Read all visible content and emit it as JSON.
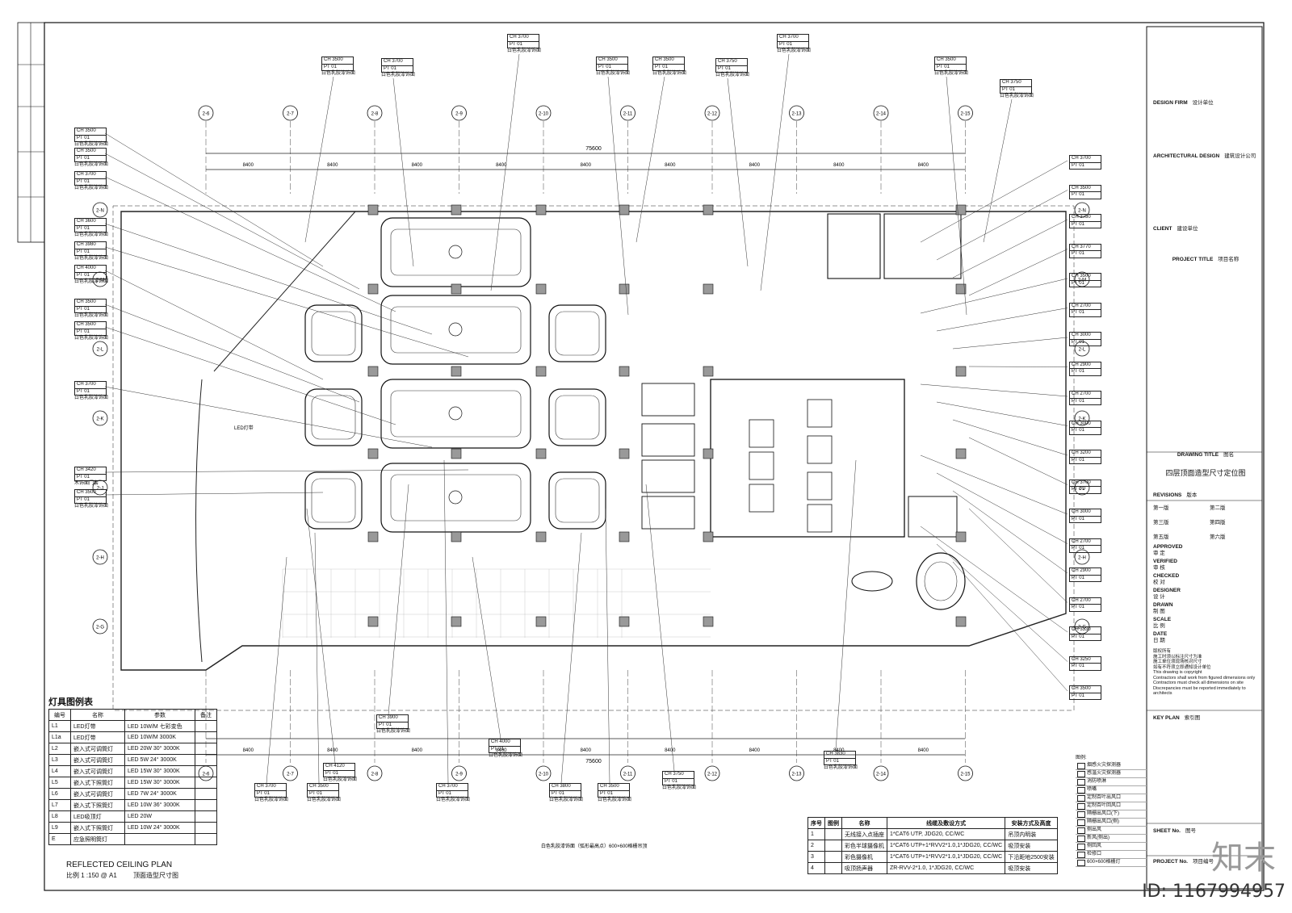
{
  "title_block": {
    "design_firm_label": "DESIGN FIRM",
    "design_firm_value": "设计单位",
    "arch_design_label": "ARCHITECTURAL DESIGN",
    "arch_design_value": "建筑设计公司",
    "client_label": "CLIENT",
    "client_value": "建设单位",
    "project_title_label": "PROJECT TITLE",
    "project_title_value": "项目名称",
    "drawing_title_label": "DRAWING TITLE",
    "drawing_title_cn": "图名",
    "drawing_title_value": "四层顶面造型尺寸定位图",
    "revisions_label": "REVISIONS",
    "revisions_cn": "版本",
    "rev1": "第一版",
    "rev2": "第二版",
    "rev3": "第三版",
    "rev4": "第四版",
    "rev5": "第五版",
    "rev6": "第六版",
    "approved_label": "APPROVED",
    "approved_cn": "审 定",
    "verified_label": "VERIFIED",
    "verified_cn": "审 核",
    "checked_label": "CHECKED",
    "checked_cn": "校 对",
    "designer_label": "DESIGNER",
    "designer_cn": "设 计",
    "drawn_label": "DRAWN",
    "drawn_cn": "制 图",
    "scale_label": "SCALE",
    "scale_cn": "比 例",
    "date_label": "DATE",
    "date_cn": "日 期",
    "note1": "版权所有",
    "note2": "施工时须以标注尺寸为准",
    "note3": "施工单位须现场核对尺寸",
    "note4": "如有不符须立即通知设计单位",
    "note5": "This drawing is copyright",
    "note6": "Contractors shall work from figured dimensions only",
    "note7": "Contractors must check all dimensions on site",
    "note8": "Discrepancies must be reported immediately to architects",
    "key_plan_label": "KEY PLAN",
    "key_plan_cn": "索引图",
    "sheet_no_label": "SHEET No.",
    "sheet_no_cn": "图号",
    "project_no_label": "PROJECT No.",
    "project_no_cn": "项目编号"
  },
  "plan": {
    "title_en": "REFLECTED CEILING PLAN",
    "scale": "比例 1 :150 @ A1",
    "title_cn": "顶面造型尺寸图",
    "overall_dim": "75600",
    "bay_dim": "8400",
    "top_grids": [
      "2-6",
      "2-7",
      "2-8",
      "2-9",
      "2-10",
      "2-11",
      "2-12",
      "2-13",
      "2-14",
      "2-15"
    ],
    "side_grids": [
      "2-N",
      "2-M",
      "2-L",
      "2-K",
      "2-J",
      "2-H",
      "2-G"
    ]
  },
  "tags_left": [
    {
      "ch": "CH 3500",
      "pt": "PT 01",
      "desc": "白色乳胶漆饰面"
    },
    {
      "ch": "CH 3500",
      "pt": "PT 01",
      "desc": "白色乳胶漆饰面"
    },
    {
      "ch": "CH 3700",
      "pt": "PT 01",
      "desc": "白色乳胶漆饰面"
    },
    {
      "ch": "CH 3600",
      "pt": "PT 01",
      "desc": "白色乳胶漆饰面"
    },
    {
      "ch": "CH 3980",
      "pt": "PT 01",
      "desc": "白色乳胶漆饰面"
    },
    {
      "ch": "CH 4000",
      "pt": "PT 01",
      "desc": "白色乳胶漆饰面"
    },
    {
      "ch": "CH 3500",
      "pt": "PT 01",
      "desc": "白色乳胶漆饰面"
    },
    {
      "ch": "CH 3500",
      "pt": "PT 01",
      "desc": "白色乳胶漆饰面"
    },
    {
      "ch": "CH 3700",
      "pt": "PT 01",
      "desc": "白色乳胶漆饰面"
    },
    {
      "ch": "CH 3420",
      "pt": "PT 01",
      "desc": "木饰面门套"
    },
    {
      "ch": "CH 3500",
      "pt": "PT 01",
      "desc": "白色乳胶漆饰面"
    }
  ],
  "tags_top": [
    {
      "ch": "CH 3500",
      "pt": "PT 01",
      "desc": "白色乳胶漆饰面"
    },
    {
      "ch": "CH 3700",
      "pt": "PT 01",
      "desc": "白色乳胶漆饰面"
    },
    {
      "ch": "CH 3700",
      "pt": "PT 01",
      "desc": "白色乳胶漆饰面"
    },
    {
      "ch": "CH 3500",
      "pt": "PT 01",
      "desc": "白色乳胶漆饰面"
    },
    {
      "ch": "CH 3500",
      "pt": "PT 01",
      "desc": "白色乳胶漆饰面"
    },
    {
      "ch": "CH 3750",
      "pt": "PT 01",
      "desc": "白色乳胶漆饰面"
    },
    {
      "ch": "CH 3700",
      "pt": "PT 01",
      "desc": "白色乳胶漆饰面"
    },
    {
      "ch": "CH 3500",
      "pt": "PT 01",
      "desc": "白色乳胶漆饰面"
    },
    {
      "ch": "CH 3750",
      "pt": "PT 01",
      "desc": "白色乳胶漆饰面"
    }
  ],
  "tags_right": [
    {
      "ch": "CH 3700",
      "pt": "PT 01",
      "desc": ""
    },
    {
      "ch": "CH 3500",
      "pt": "PT 01",
      "desc": ""
    },
    {
      "ch": "CH 3750",
      "pt": "PT 01",
      "desc": ""
    },
    {
      "ch": "CH 3770",
      "pt": "PT 01",
      "desc": ""
    },
    {
      "ch": "CH 3500",
      "pt": "PT 01",
      "desc": ""
    },
    {
      "ch": "CH 2700",
      "pt": "PT 01",
      "desc": ""
    },
    {
      "ch": "CH 3000",
      "pt": "PT 01",
      "desc": ""
    },
    {
      "ch": "CH 2900",
      "pt": "PT 01",
      "desc": ""
    },
    {
      "ch": "CH 2700",
      "pt": "PT 01",
      "desc": ""
    },
    {
      "ch": "CH 3000",
      "pt": "PT 01",
      "desc": ""
    },
    {
      "ch": "CH 3200",
      "pt": "PT 01",
      "desc": ""
    },
    {
      "ch": "CH 3700",
      "pt": "PT 01",
      "desc": ""
    },
    {
      "ch": "CH 3000",
      "pt": "PT 01",
      "desc": ""
    },
    {
      "ch": "CH 2700",
      "pt": "PT 01",
      "desc": ""
    },
    {
      "ch": "CH 2900",
      "pt": "PT 01",
      "desc": ""
    },
    {
      "ch": "CH 2700",
      "pt": "PT 01",
      "desc": ""
    },
    {
      "ch": "CH 3330",
      "pt": "PT 01",
      "desc": ""
    },
    {
      "ch": "CH 3250",
      "pt": "PT 01",
      "desc": ""
    },
    {
      "ch": "CH 3500",
      "pt": "PT 01",
      "desc": ""
    }
  ],
  "tags_bottom": [
    {
      "ch": "CH 3700",
      "pt": "PT 01",
      "desc": "白色乳胶漆饰面"
    },
    {
      "ch": "CH 3500",
      "pt": "PT 01",
      "desc": "白色乳胶漆饰面"
    },
    {
      "ch": "CH 4120",
      "pt": "PT 01",
      "desc": "白色乳胶漆饰面"
    },
    {
      "ch": "CH 3900",
      "pt": "PT 01",
      "desc": "白色乳胶漆饰面"
    },
    {
      "ch": "CH 3700",
      "pt": "PT 01",
      "desc": "白色乳胶漆饰面"
    },
    {
      "ch": "CH 4000",
      "pt": "PT 01",
      "desc": "白色乳胶漆饰面"
    },
    {
      "ch": "CH 3800",
      "pt": "PT 01",
      "desc": "白色乳胶漆饰面"
    },
    {
      "ch": "CH 3500",
      "pt": "PT 01",
      "desc": "白色乳胶漆饰面"
    },
    {
      "ch": "CH 3750",
      "pt": "PT 01",
      "desc": "白色乳胶漆饰面"
    },
    {
      "ch": "CH 3830",
      "pt": "PT 01",
      "desc": "白色乳胶漆饰面"
    }
  ],
  "light_legend": {
    "title": "灯具图例表",
    "headers": [
      "编号",
      "名称",
      "参数",
      "备注"
    ],
    "rows": [
      [
        "L1",
        "LED灯带",
        "LED 10W/M 七彩变色",
        ""
      ],
      [
        "L1a",
        "LED灯带",
        "LED 10W/M 3000K",
        ""
      ],
      [
        "L2",
        "嵌入式可调筒灯",
        "LED 20W 30° 3000K",
        ""
      ],
      [
        "L3",
        "嵌入式可调筒灯",
        "LED 5W 24° 3000K",
        ""
      ],
      [
        "L4",
        "嵌入式可调筒灯",
        "LED 15W 30° 3000K",
        ""
      ],
      [
        "L5",
        "嵌入式下照筒灯",
        "LED 15W 30° 3000K",
        ""
      ],
      [
        "L6",
        "嵌入式可调筒灯",
        "LED 7W 24° 3000K",
        ""
      ],
      [
        "L7",
        "嵌入式下照筒灯",
        "LED 10W 36° 3000K",
        ""
      ],
      [
        "L8",
        "LED吸顶灯",
        "LED 20W",
        ""
      ],
      [
        "L9",
        "嵌入式下照筒灯",
        "LED 10W 24° 3000K",
        ""
      ],
      [
        "E",
        "应急照明筒灯",
        "",
        ""
      ]
    ]
  },
  "cable_table": {
    "headers": [
      "序号",
      "图例",
      "名称",
      "线缆及敷设方式",
      "安装方式及高度"
    ],
    "rows": [
      [
        "1",
        "",
        "无线接入点插座",
        "1*CAT6 UTP, JDG20, CC/WC",
        "吊顶内明装"
      ],
      [
        "2",
        "",
        "彩色半球摄像机",
        "1*CAT6 UTP+1*RVV2*1.0,1*JDG20, CC/WC",
        "吸顶安装"
      ],
      [
        "3",
        "",
        "彩色摄像机",
        "1*CAT6 UTP+1*RVV2*1.0,1*JDG20, CC/WC",
        "下沿距地2500安装"
      ],
      [
        "4",
        "",
        "吸顶扬声器",
        "ZR-RVV-2*1.0, 1*JDG20, CC/WC",
        "吸顶安装"
      ]
    ]
  },
  "device_legend": {
    "title": "图例:",
    "items": [
      "烟感火灾探测器",
      "感温火灾探测器",
      "消防喷淋",
      "喷嘴",
      "定制百叶出风口",
      "定制百叶回风口",
      "隔栅出风口(下)",
      "隔栅出风口(侧)",
      "侧出风",
      "新风(侧出)",
      "侧回风",
      "检修口",
      "600×600格栅灯"
    ]
  },
  "plan_labels": {
    "led_strip": "LED灯带",
    "misc_note": "白色乳胶漆饰面（弧形最高点）600×600格栅吊顶"
  },
  "watermark": "ID: 1167994957",
  "logo": "知末"
}
